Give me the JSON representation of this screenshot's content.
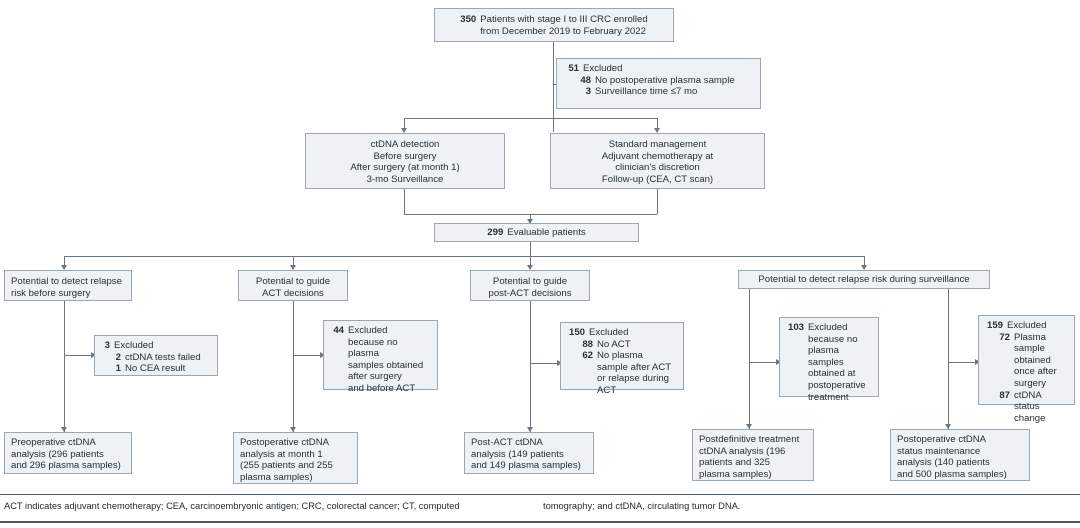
{
  "meta": {
    "title": "CONSORT-style patient flow diagram for ctDNA analysis in stage I to III colorectal cancer",
    "accent_border": "#9aa7b0",
    "box_fill": "#eef2f5",
    "line_color": "#6b7780",
    "text_color": "#243038"
  },
  "enrollment": {
    "count": "350",
    "line1": "Patients with stage I to III CRC enrolled",
    "line2": "from December 2019 to February 2022"
  },
  "excluded_top": {
    "count": "51",
    "label": "Excluded",
    "items": [
      {
        "count": "48",
        "label": "No postoperative plasma sample"
      },
      {
        "count": "3",
        "label": "Surveillance time ≤7 mo"
      }
    ]
  },
  "arms": [
    {
      "title": "ctDNA detection",
      "lines": [
        "Before surgery",
        "After surgery (at month 1)",
        "3-mo Surveillance"
      ]
    },
    {
      "title": "Standard management",
      "lines": [
        "Adjuvant chemotherapy at",
        "clinician's discretion",
        "Follow-up (CEA, CT scan)"
      ]
    }
  ],
  "evaluable": {
    "count": "299",
    "label": "Evaluable patients"
  },
  "branches": [
    {
      "id": "branch-relapse-presurgery",
      "line1": "Potential to detect relapse",
      "line2": "risk before surgery"
    },
    {
      "id": "branch-act-decisions",
      "line1": "Potential to guide",
      "line2": "ACT decisions"
    },
    {
      "id": "branch-post-act-decisions",
      "line1": "Potential to guide",
      "line2": "post-ACT decisions"
    },
    {
      "id": "branch-surveillance",
      "line1": "Potential to detect relapse risk during surveillance",
      "line2": ""
    }
  ],
  "exclusions": [
    {
      "id": "excl-presurgery",
      "count": "3",
      "label": "Excluded",
      "items": [
        {
          "count": "2",
          "label": "ctDNA tests failed"
        },
        {
          "count": "1",
          "label": "No CEA result"
        }
      ]
    },
    {
      "id": "excl-act",
      "count": "44",
      "label": "Excluded",
      "reason_lines": [
        "because no plasma",
        "samples obtained",
        "after surgery",
        "and before ACT"
      ]
    },
    {
      "id": "excl-post-act",
      "count": "150",
      "label": "Excluded",
      "items": [
        {
          "count": "88",
          "label": "No ACT"
        },
        {
          "count": "62",
          "label": "No plasma sample after ACT or relapse during ACT"
        }
      ]
    },
    {
      "id": "excl-postdefinitive",
      "count": "103",
      "label": "Excluded",
      "reason_lines": [
        "because no",
        "plasma samples",
        "obtained at",
        "postoperative",
        "treatment"
      ]
    },
    {
      "id": "excl-status-maintenance",
      "count": "159",
      "label": "Excluded",
      "items": [
        {
          "count": "72",
          "label": "Plasma sample obtained once after surgery"
        },
        {
          "count": "87",
          "label": "ctDNA status change"
        }
      ]
    }
  ],
  "outcomes": [
    {
      "id": "outcome-preoperative",
      "lines": [
        "Preoperative ctDNA",
        "analysis (296 patients",
        "and 296 plasma samples)"
      ]
    },
    {
      "id": "outcome-postoperative-m1",
      "lines": [
        "Postoperative ctDNA",
        "analysis at month 1",
        "(255 patients and 255",
        "plasma samples)"
      ]
    },
    {
      "id": "outcome-post-act",
      "lines": [
        "Post-ACT ctDNA",
        "analysis (149 patients",
        "and 149 plasma samples)"
      ]
    },
    {
      "id": "outcome-postdefinitive",
      "lines": [
        "Postdefinitive treatment",
        "ctDNA analysis (196",
        "patients and 325",
        "plasma samples)"
      ]
    },
    {
      "id": "outcome-status-maintenance",
      "lines": [
        "Postoperative ctDNA",
        "status maintenance",
        "analysis (140 patients",
        "and 500 plasma samples)"
      ]
    }
  ],
  "footnote": {
    "part1": "ACT indicates adjuvant chemotherapy; CEA, carcinoembryonic antigen; CRC, colorectal cancer; CT, computed",
    "part2": "tomography; and ctDNA, circulating tumor DNA."
  }
}
